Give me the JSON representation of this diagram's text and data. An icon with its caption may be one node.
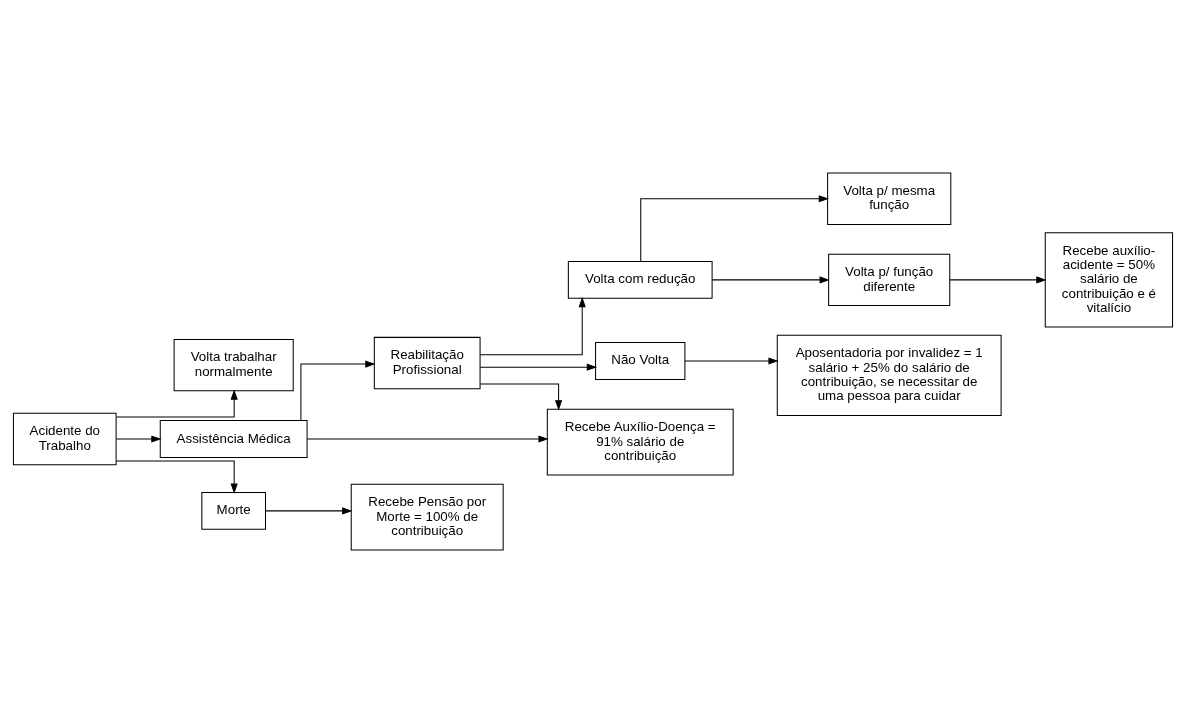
{
  "diagram": {
    "nodes": [
      {
        "text": [
          "Acidente do Trabalho"
        ]
      },
      {
        "text": [
          "Volta trabalhar normalmente"
        ]
      },
      {
        "text": [
          "Assistência Médica"
        ]
      },
      {
        "text": [
          "Reabilitação Profissional"
        ]
      },
      {
        "text": [
          "Volta com redução"
        ]
      },
      {
        "text": [
          "Volta p/ mesma função"
        ]
      },
      {
        "text": [
          "Volta p/ função diferente"
        ]
      },
      {
        "text": [
          "Recebe auxílio-acidente = 50% salário de contribuição e é vitalício"
        ]
      },
      {
        "text": [
          "Morte"
        ]
      },
      {
        "text": [
          "Recebe Pensão por Morte = 100% de contribuição"
        ]
      },
      {
        "text": [
          "Recebe Auxílio-Doença = 91% salário de contribuição"
        ]
      },
      {
        "text": [
          "Não Volta"
        ]
      },
      {
        "text": [
          "Aposentadoria por invalidez = 1 salário + 25% do salário de contribuição, se necessitar de uma pessoa para cuidar"
        ]
      }
    ],
    "edges": [
      {
        "from": 0,
        "to": 1,
        "arrow": "to"
      },
      {
        "from": 0,
        "to": 2,
        "arrow": "to"
      },
      {
        "from": 2,
        "to": 3,
        "arrow": "to"
      },
      {
        "from": 3,
        "to": 4,
        "arrow": "to"
      },
      {
        "from": 3,
        "to": 11,
        "arrow": "to"
      },
      {
        "from": 4,
        "to": 5,
        "arrow": "to"
      },
      {
        "from": 4,
        "to": 6,
        "arrow": "to"
      },
      {
        "from": 6,
        "to": 7,
        "arrow": "to"
      },
      {
        "from": 0,
        "to": 8,
        "arrow": "to"
      },
      {
        "from": 8,
        "to": 9,
        "arrow": "to"
      },
      {
        "from": 2,
        "to": 10,
        "arrow": "to"
      },
      {
        "from": 3,
        "to": 10,
        "arrow": "to"
      },
      {
        "from": 11,
        "to": 12,
        "arrow": "to"
      }
    ]
  }
}
